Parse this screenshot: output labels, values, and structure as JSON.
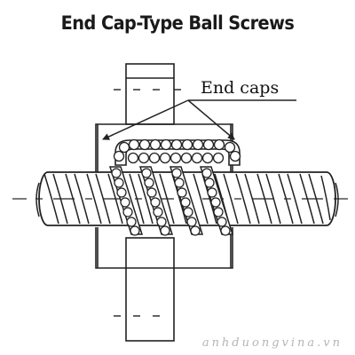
{
  "title": "End Cap-Type Ball Screws",
  "callout_label": "End caps",
  "watermark": "anhduongvina.vn",
  "colors": {
    "line": "#222222",
    "background": "#ffffff",
    "watermark": "#b5b5b5"
  }
}
